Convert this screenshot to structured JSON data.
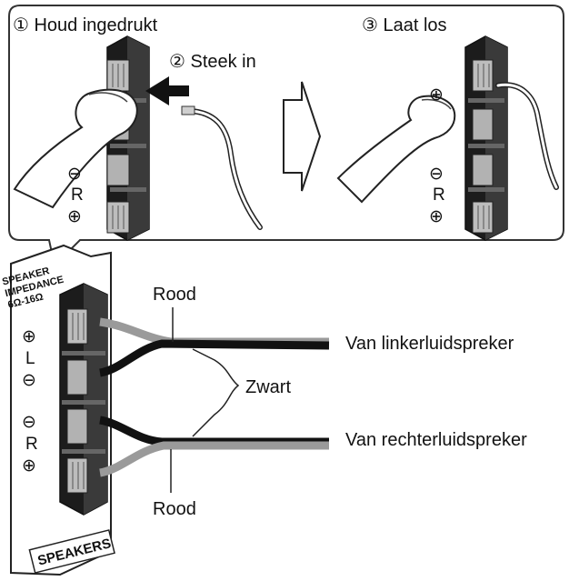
{
  "steps": {
    "step1": "① Houd ingedrukt",
    "step2": "② Steek in",
    "step3": "③ Laat los"
  },
  "panel": {
    "line1": "SPEAKER",
    "line2": "IMPEDANCE",
    "line3": "6Ω-16Ω",
    "bottom": "SPEAKERS"
  },
  "polarity": {
    "plus": "⊕",
    "minus": "⊖",
    "left": "L",
    "right": "R"
  },
  "wires": {
    "red_top": "Rood",
    "black": "Zwart",
    "red_bottom": "Rood",
    "left_speaker": "Van linkerluidspreker",
    "right_speaker": "Van rechterluidspreker"
  },
  "colors": {
    "red_wire": "#9a9a9a",
    "black_wire": "#111111",
    "terminal_block": "#1c1c1c",
    "lever": "#b8b8b8",
    "outline": "#222222"
  }
}
